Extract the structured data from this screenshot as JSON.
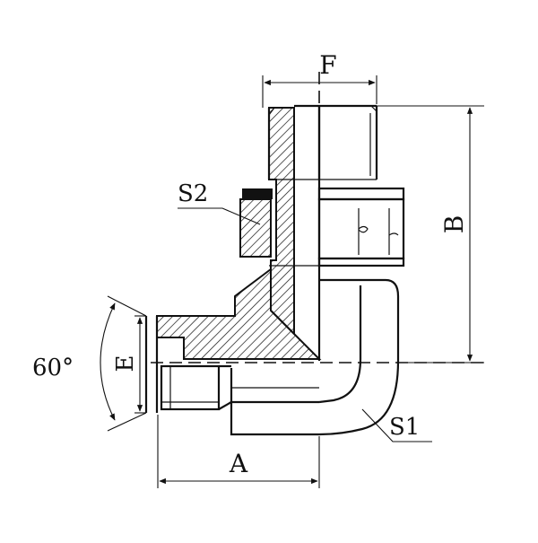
{
  "drawing": {
    "labels": {
      "F": "F",
      "B": "B",
      "S2": "S2",
      "S1": "S1",
      "A": "A",
      "E": "E",
      "angle": "60°"
    }
  }
}
